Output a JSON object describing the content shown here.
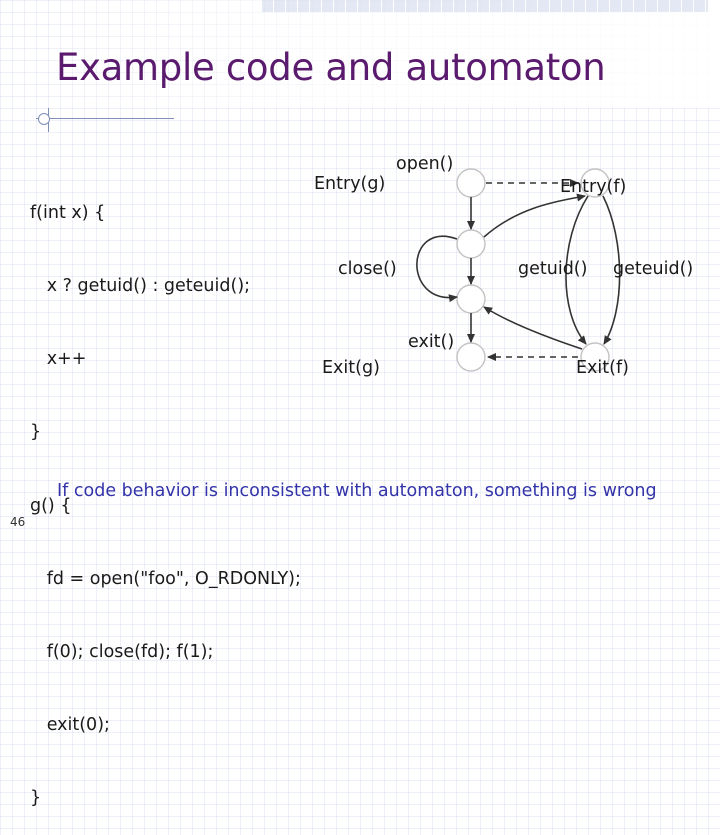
{
  "slide": {
    "title": "Example code and automaton",
    "page_number": "46",
    "footer": "If code behavior is inconsistent with automaton, something is wrong"
  },
  "code_lines": [
    "f(int x) {",
    "   x ? getuid() : geteuid();",
    "   x++",
    "}",
    "g() {",
    "   fd = open(\"foo\", O_RDONLY);",
    "   f(0); close(fd); f(1);",
    "   exit(0);",
    "}"
  ],
  "automaton": {
    "labels": {
      "entry_g": "Entry(g)",
      "open": "open()",
      "close": "close()",
      "exit_call": "exit()",
      "exit_g": "Exit(g)",
      "entry_f": "Entry(f)",
      "getuid": "getuid()",
      "geteuid": "geteuid()",
      "exit_f": "Exit(f)"
    }
  },
  "colors": {
    "title": "#5a1a6e",
    "footer": "#3333aa",
    "arrow": "#333333",
    "node_stroke": "#c3c3c3"
  }
}
